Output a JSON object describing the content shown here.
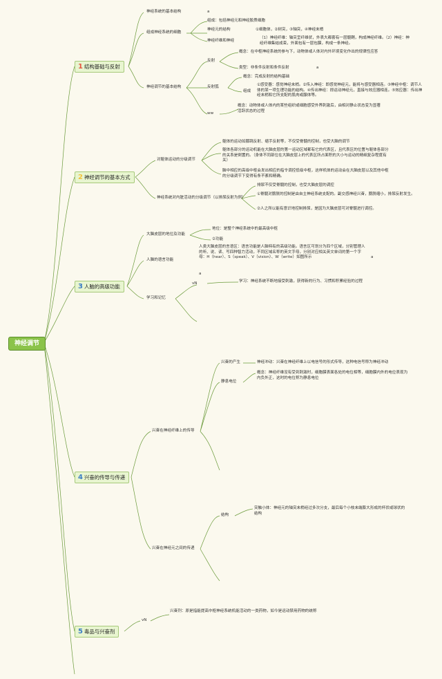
{
  "root": "神经调节",
  "sections": {
    "s1": {
      "num": "1",
      "label": "结构基础与反射"
    },
    "s2": {
      "num": "2",
      "label": "神经调节的基本方式"
    },
    "s3": {
      "num": "3",
      "label": "人脑的高级功能"
    },
    "s4": {
      "num": "4",
      "label": "兴奋的传导与传递"
    },
    "s5": {
      "num": "5",
      "label": "毒品与兴奋剂"
    }
  },
  "s1": {
    "basic_structure": "神经系统的基本结构",
    "a_mark": "a",
    "cells": "组成神经系统的细胞",
    "cells_comp": "组成：包括神经元和神经胶质细胞",
    "neuron_structure": "神经元的结构",
    "neuron_parts": "①细胞体，②树突，③轴突，④神经末梢",
    "fiber_nerve": "神经纤维和神经",
    "fiber_def": "（1）神经纤维：轴突呈纤维状，外表大都套有一层髓鞘，构成神经纤维。（2）神经：神经纤维集结成束，外面包有一层包膜，构成一条神经。",
    "basic_way": "神经调节的基本结构",
    "reflex": "反射",
    "reflex_concept": "概念：在中枢神经系统的参与下，动物体或人体对内外环境变化作出的规律性应答",
    "reflex_types": "类型：非条件反射和条件反射",
    "a_mark2": "a",
    "reflex_arc": "反射弧",
    "arc_concept": "概念：完成反射的结构基础",
    "arc_comp": "组成",
    "arc_parts": "①感受器：感觉神经末梢。②传入神经：即感觉神经元，能将与感受器相连。③神经中枢：调节人体的某一项生理功能的结构。④传出神经：即运动神经元，直接与效应器相连。⑤效应器：传出神经末梢和它所支配的肌肉或腺体等。",
    "ww": "ww",
    "excite_concept": "概念：动物体或人体内的某些组织或细胞感受外界刺激后，由相对静止状态变为显著活跃状态的过程"
  },
  "s2": {
    "body_motion": "对躯体运动的分级调节",
    "bm1": "躯体的运动如膝跳反射、缩手反射等，不仅受脊髓的控制，也受大脑的调节",
    "bm2": "躯体各部分的运动机能在大脑皮层的第一运动区域都有它的代表区，且代表区的位置与躯体各部分的关系是倒置的。（身体不同部位在大脑皮层上的代表区所占面积的大小与运动的精细复杂程度有关）",
    "bm3": "脑中相应的高级中枢会发出相应的指令调控低级中枢，这样机体的运动会在大脑皮层以及其他中枢的分级调节下变得有条不紊和精确。",
    "visceral": "神经系统对内脏活动的分级调节（以排尿反射为例）",
    "v1": "排尿不仅受脊髓的控制，也受大脑皮层的调控",
    "v2": "①脊髓对膀胱的控制是由自主神经系统支配的。副交感神经兴奋，膀胱缩小，排尿反射发生。",
    "v3": "②人之所以能有意识地控制排尿，是因为大脑皮层可对脊髓进行调控。"
  },
  "s3": {
    "status": "大脑皮层的地位及功能",
    "status1": "地位：是整个神经系统中的最高级中枢",
    "status2": "②功能",
    "language": "人脑的语言功能",
    "lang_text": "人类大脑皮层的言语区：语言功能是人脑特有的高级功能。语言区可划分为四个区域，分别管理人的听、说、读、写四种智力活动，不同区域名称的英文字母，分别对应相关英文单词的第一个字母：H（hear）、S（speak）、V（vision）、W（write）如图所示",
    "a_mark3": "a",
    "a_mark4": "a",
    "learn": "学习和记忆",
    "vn": "vN",
    "learn_def": "学习：神经系统不断地接受刺激，获得新的行为、习惯和积累经验的过程"
  },
  "s4": {
    "conduction": "兴奋在神经纤维上的传导",
    "excite_gen": "兴奋的产生",
    "impulse": "神经冲动：兴奋在神经纤维上以电信号的形式传导，这种电信号称为神经冲动",
    "rest": "静息电位",
    "rest_def": "概念：神经纤维没有受到刺激时，细胞膜表面各处的电位相等，细胞膜内外的电位表现为内负外正，这时的电位称为静息电位",
    "transmission": "兴奋在神经元之间的传递",
    "structure": "结构",
    "knob": "突触小体：神经元的轴突末梢经过多次分支，最后每个小枝末端膨大形成的杯状或球状的结构"
  },
  "s5": {
    "vn": "vN",
    "stim_def": "兴奋剂：原是指能提高中枢神经系统机能活动的一类药物，如今是运动禁用药物的统称"
  }
}
